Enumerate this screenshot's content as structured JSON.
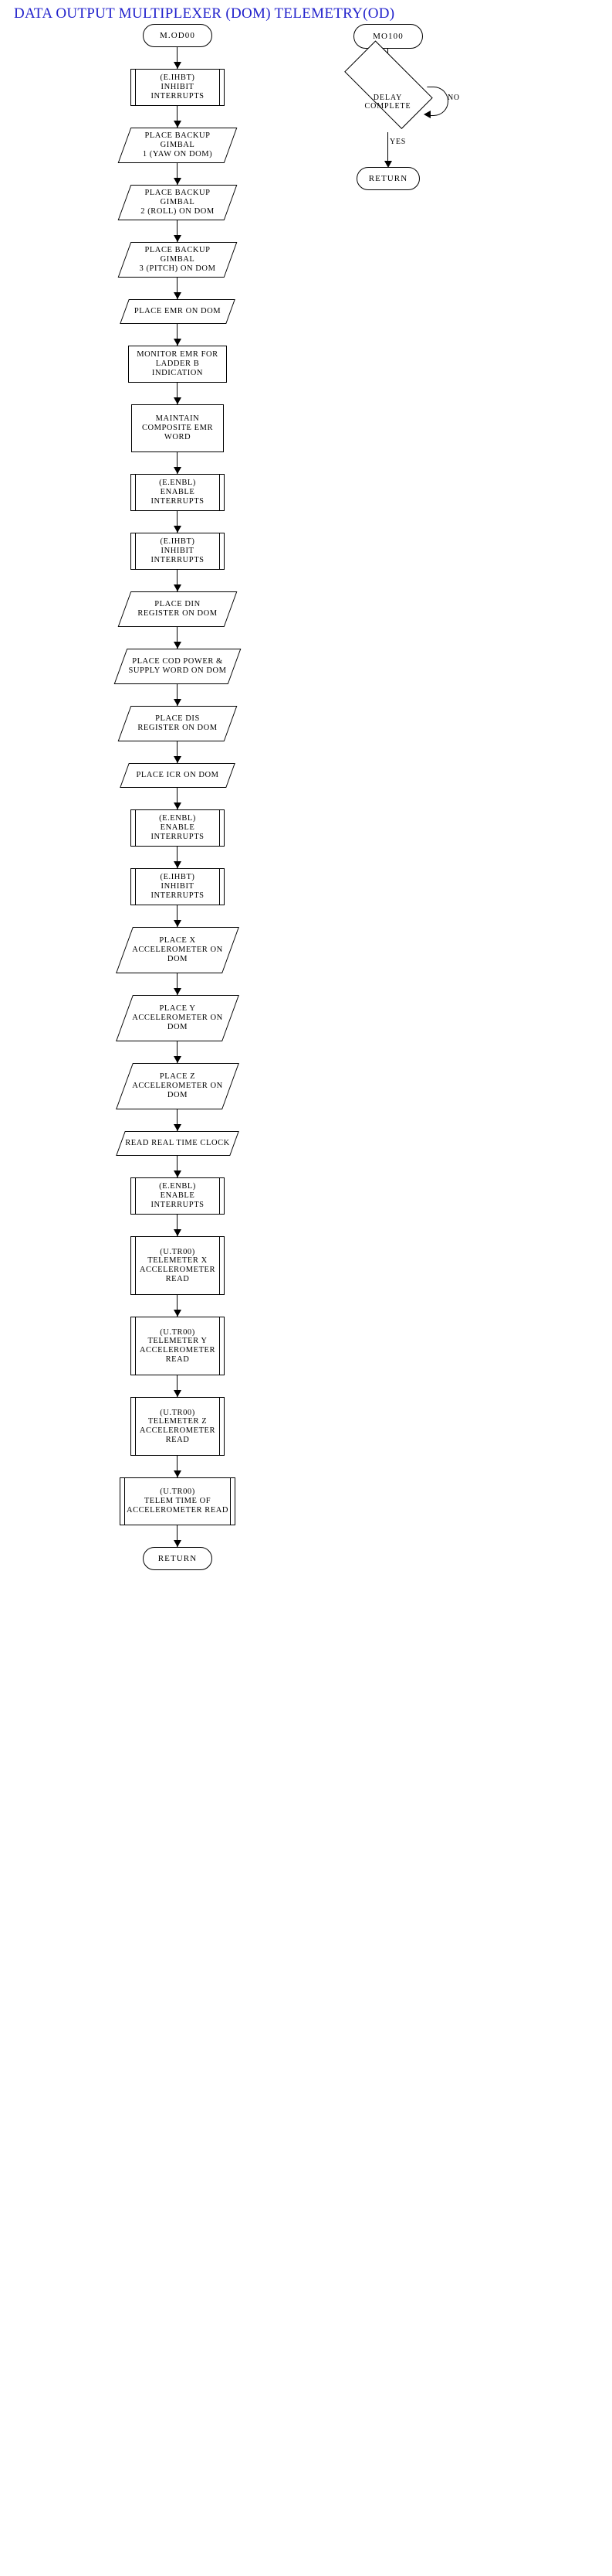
{
  "title": "DATA OUTPUT MULTIPLEXER (DOM) TELEMETRY(OD)",
  "title_color": "#2222CC",
  "edge_labels": {
    "no": "NO",
    "yes": "YES"
  },
  "right_branch": {
    "start": "MO100",
    "decision": "DELAY\nCOMPLETE",
    "return": "RETURN"
  },
  "main_flow": [
    {
      "id": "start",
      "shape": "terminator",
      "text": "M.OD00"
    },
    {
      "id": "inhibit-1",
      "shape": "subroutine",
      "text": "(E.IHBT)\nINHIBIT INTERRUPTS"
    },
    {
      "id": "gimbal-1",
      "shape": "io",
      "text": "PLACE BACKUP GIMBAL\n1 (YAW ON DOM)"
    },
    {
      "id": "gimbal-2",
      "shape": "io",
      "text": "PLACE BACKUP GIMBAL\n2 (ROLL) ON DOM"
    },
    {
      "id": "gimbal-3",
      "shape": "io",
      "text": "PLACE BACKUP GIMBAL\n3 (PITCH) ON DOM"
    },
    {
      "id": "place-emr",
      "shape": "io",
      "text": "PLACE EMR ON DOM"
    },
    {
      "id": "monitor-emr",
      "shape": "process",
      "text": "MONITOR EMR FOR\nLADDER B INDICATION"
    },
    {
      "id": "maintain-emr",
      "shape": "process",
      "text": "MAINTAIN\nCOMPOSITE EMR\nWORD"
    },
    {
      "id": "enable-1",
      "shape": "subroutine",
      "text": "(E.ENBL)\nENABLE INTERRUPTS"
    },
    {
      "id": "inhibit-2",
      "shape": "subroutine",
      "text": "(E.IHBT)\nINHIBIT INTERRUPTS"
    },
    {
      "id": "place-din",
      "shape": "io",
      "text": "PLACE DIN\nREGISTER ON DOM"
    },
    {
      "id": "place-cod",
      "shape": "io",
      "text": "PLACE COD POWER &\nSUPPLY WORD ON DOM"
    },
    {
      "id": "place-dis",
      "shape": "io",
      "text": "PLACE DIS\nREGISTER ON DOM"
    },
    {
      "id": "place-icr",
      "shape": "io",
      "text": "PLACE ICR ON DOM"
    },
    {
      "id": "enable-2",
      "shape": "subroutine",
      "text": "(E.ENBL)\nENABLE INTERRUPTS"
    },
    {
      "id": "inhibit-3",
      "shape": "subroutine",
      "text": "(E.IHBT)\nINHIBIT INTERRUPTS"
    },
    {
      "id": "place-x-accel",
      "shape": "io",
      "text": "PLACE X\nACCELEROMETER ON\nDOM"
    },
    {
      "id": "place-y-accel",
      "shape": "io",
      "text": "PLACE Y\nACCELEROMETER ON\nDOM"
    },
    {
      "id": "place-z-accel",
      "shape": "io",
      "text": "PLACE Z\nACCELEROMETER ON\nDOM"
    },
    {
      "id": "read-clock",
      "shape": "io",
      "text": "READ REAL TIME CLOCK"
    },
    {
      "id": "enable-3",
      "shape": "subroutine",
      "text": "(E.ENBL)\nENABLE INTERRUPTS"
    },
    {
      "id": "telem-x",
      "shape": "subroutine",
      "text": "(U.TR00)\nTELEMETER X\nACCELEROMETER\nREAD"
    },
    {
      "id": "telem-y",
      "shape": "subroutine",
      "text": "(U.TR00)\nTELEMETER Y\nACCELEROMETER\nREAD"
    },
    {
      "id": "telem-z",
      "shape": "subroutine",
      "text": "(U.TR00)\nTELEMETER Z\nACCELEROMETER\nREAD"
    },
    {
      "id": "telem-time",
      "shape": "subroutine",
      "text": "(U.TR00)\nTELEM TIME OF\nACCELEROMETER READ"
    },
    {
      "id": "end",
      "shape": "terminator",
      "text": "RETURN"
    }
  ]
}
